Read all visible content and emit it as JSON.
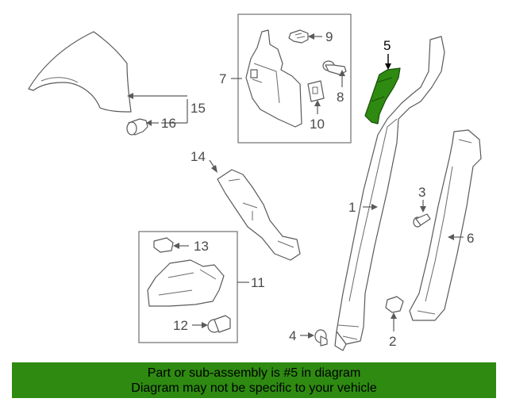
{
  "diagram": {
    "highlight_color": "#2e8a11",
    "callouts": {
      "c1": "1",
      "c2": "2",
      "c3": "3",
      "c4": "4",
      "c5": "5",
      "c6": "6",
      "c7": "7",
      "c8": "8",
      "c9": "9",
      "c10": "10",
      "c11": "11",
      "c12": "12",
      "c13": "13",
      "c14": "14",
      "c15": "15",
      "c16": "16"
    }
  },
  "footer": {
    "line1": "Part or sub-assembly is #5 in diagram",
    "line2": "Diagram may not be specific to your vehicle",
    "background": "#2e8a11"
  }
}
